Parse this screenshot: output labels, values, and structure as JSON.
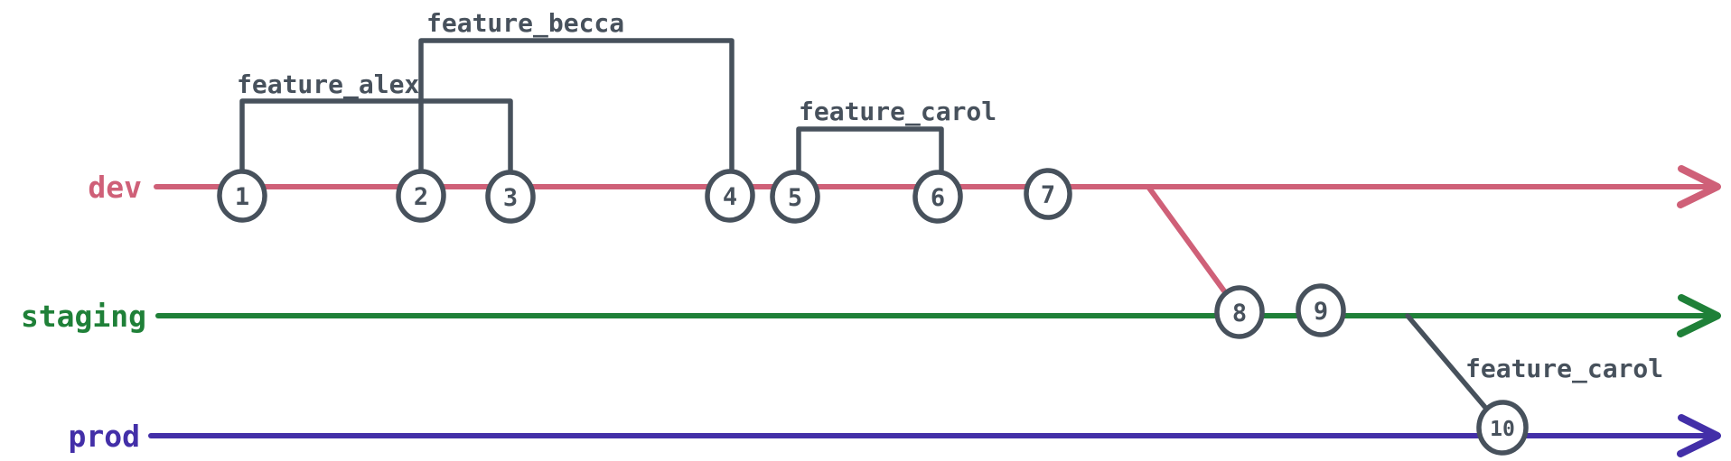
{
  "colors": {
    "dev": "#cf6078",
    "staging": "#1f8038",
    "prod": "#432fa8",
    "ink": "#47515c",
    "background": "#ffffff"
  },
  "branches": {
    "dev": {
      "label": "dev"
    },
    "staging": {
      "label": "staging"
    },
    "prod": {
      "label": "prod"
    }
  },
  "features": {
    "alex": {
      "label": "feature_alex",
      "from_commit": "1",
      "to_commit": "3"
    },
    "becca": {
      "label": "feature_becca",
      "from_commit": "2",
      "to_commit": "4"
    },
    "carol": {
      "label": "feature_carol",
      "from_commit": "5",
      "to_commit": "6"
    },
    "carol_merge": {
      "label": "feature_carol",
      "merge_commit": "10"
    }
  },
  "commits": [
    {
      "label": "1",
      "branch": "dev"
    },
    {
      "label": "2",
      "branch": "dev"
    },
    {
      "label": "3",
      "branch": "dev"
    },
    {
      "label": "4",
      "branch": "dev"
    },
    {
      "label": "5",
      "branch": "dev"
    },
    {
      "label": "6",
      "branch": "dev"
    },
    {
      "label": "7",
      "branch": "dev"
    },
    {
      "label": "8",
      "branch": "staging"
    },
    {
      "label": "9",
      "branch": "staging"
    },
    {
      "label": "10",
      "branch": "prod"
    }
  ]
}
